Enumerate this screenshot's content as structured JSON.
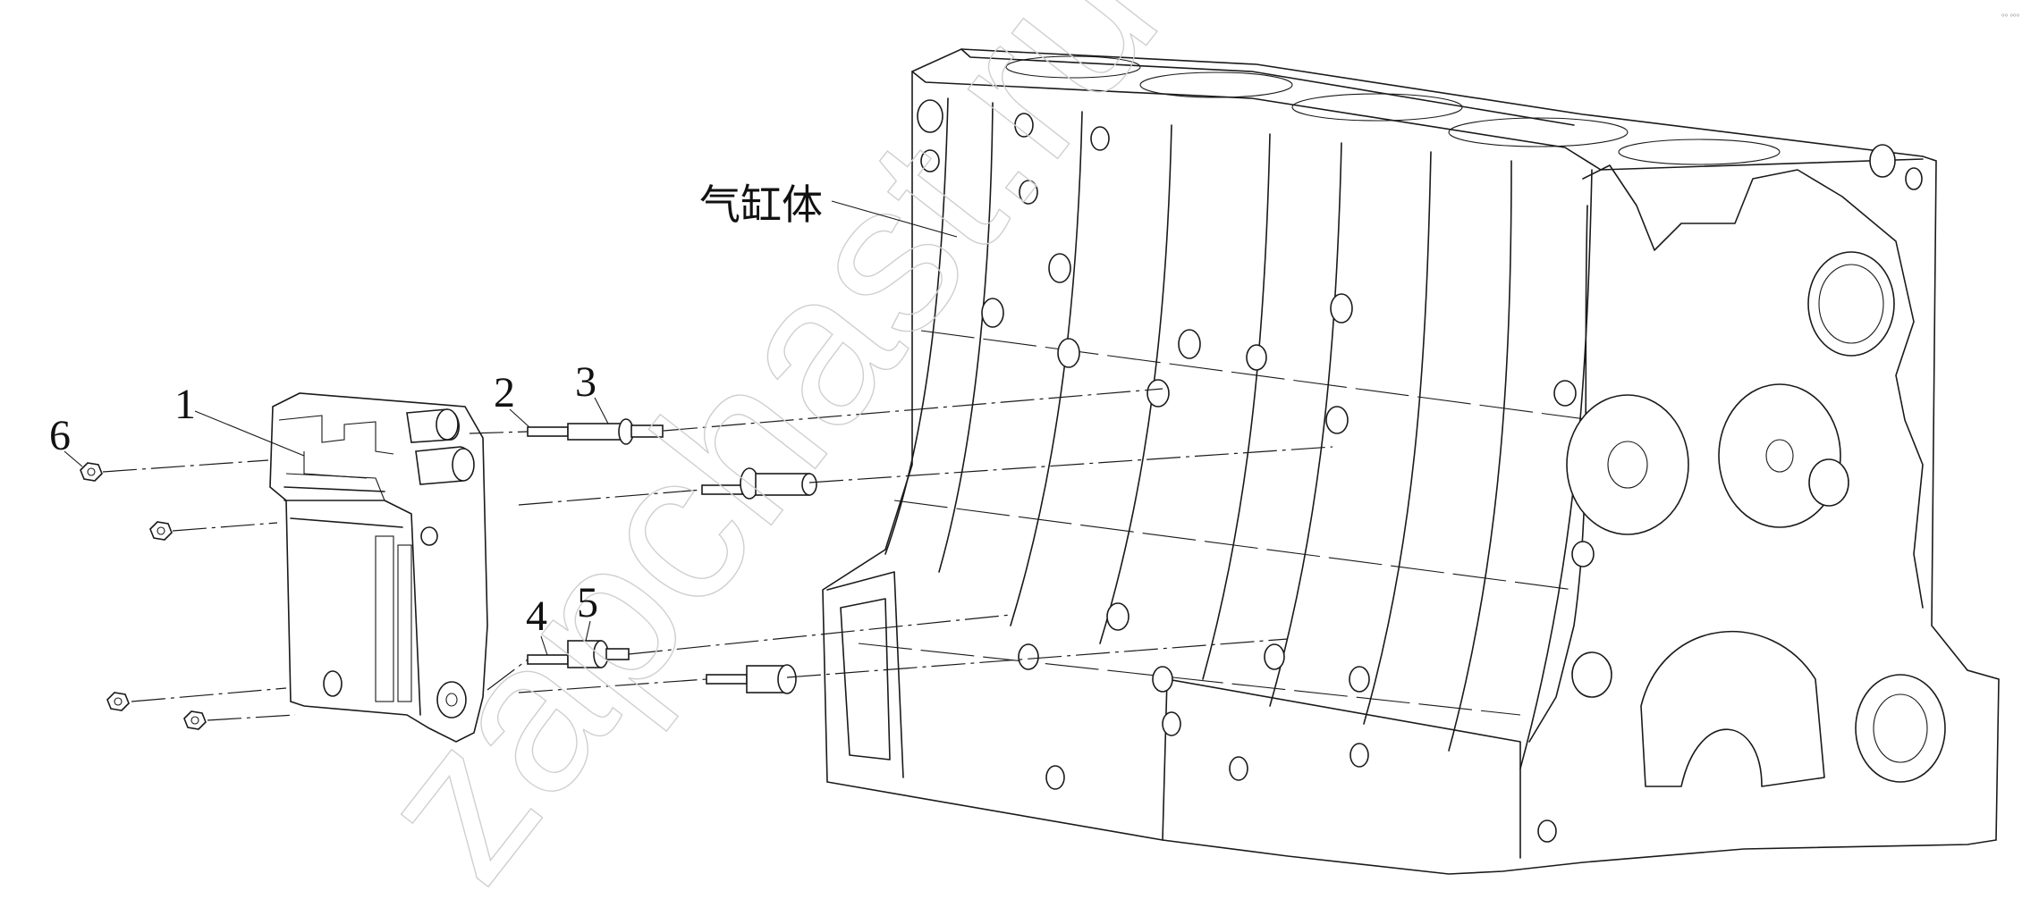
{
  "diagram": {
    "block_label": "气缸体",
    "callouts": [
      {
        "id": "1",
        "label": "1"
      },
      {
        "id": "2",
        "label": "2"
      },
      {
        "id": "3",
        "label": "3"
      },
      {
        "id": "4",
        "label": "4"
      },
      {
        "id": "5",
        "label": "5"
      },
      {
        "id": "6",
        "label": "6"
      }
    ],
    "corner_mark": "°° °°°"
  }
}
